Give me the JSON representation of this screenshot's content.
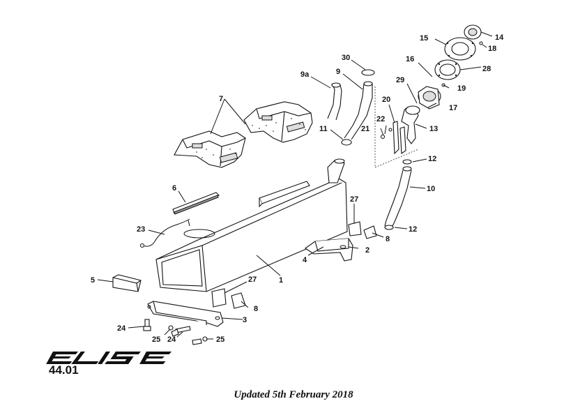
{
  "diagram": {
    "callouts": [
      {
        "id": "c1",
        "text": "1"
      },
      {
        "id": "c2",
        "text": "2"
      },
      {
        "id": "c3",
        "text": "3"
      },
      {
        "id": "c4",
        "text": "4"
      },
      {
        "id": "c5",
        "text": "5"
      },
      {
        "id": "c6",
        "text": "6"
      },
      {
        "id": "c7",
        "text": "7"
      },
      {
        "id": "c8a",
        "text": "8"
      },
      {
        "id": "c8b",
        "text": "8"
      },
      {
        "id": "c9",
        "text": "9"
      },
      {
        "id": "c9a",
        "text": "9a"
      },
      {
        "id": "c10",
        "text": "10"
      },
      {
        "id": "c11",
        "text": "11"
      },
      {
        "id": "c12a",
        "text": "12"
      },
      {
        "id": "c12b",
        "text": "12"
      },
      {
        "id": "c13",
        "text": "13"
      },
      {
        "id": "c14",
        "text": "14"
      },
      {
        "id": "c15",
        "text": "15"
      },
      {
        "id": "c16",
        "text": "16"
      },
      {
        "id": "c17",
        "text": "17"
      },
      {
        "id": "c18",
        "text": "18"
      },
      {
        "id": "c19",
        "text": "19"
      },
      {
        "id": "c20",
        "text": "20"
      },
      {
        "id": "c21",
        "text": "21"
      },
      {
        "id": "c22",
        "text": "22"
      },
      {
        "id": "c23",
        "text": "23"
      },
      {
        "id": "c24a",
        "text": "24"
      },
      {
        "id": "c24b",
        "text": "24"
      },
      {
        "id": "c25a",
        "text": "25"
      },
      {
        "id": "c25b",
        "text": "25"
      },
      {
        "id": "c27a",
        "text": "27"
      },
      {
        "id": "c27b",
        "text": "27"
      },
      {
        "id": "c28",
        "text": "28"
      },
      {
        "id": "c29",
        "text": "29"
      },
      {
        "id": "c30",
        "text": "30"
      }
    ]
  },
  "footer": {
    "brand_logo": "ELISE",
    "page_ref": "44.01",
    "updated": "Updated 5th February 2018"
  }
}
